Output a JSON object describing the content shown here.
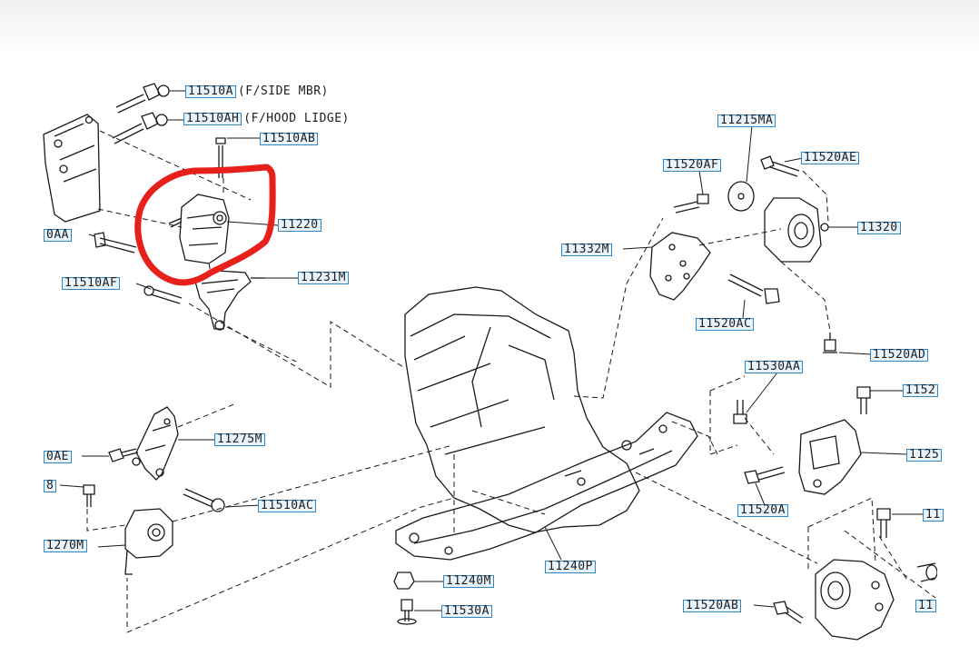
{
  "labels": {
    "l1": {
      "code": "11510A",
      "suffix": "(F/SIDE MBR)"
    },
    "l2": {
      "code": "11510AH",
      "suffix": "(F/HOOD LIDGE)"
    },
    "l3": {
      "code": "11510AB"
    },
    "l4": {
      "code": "11220"
    },
    "l5": {
      "code": "0AA"
    },
    "l6": {
      "code": "11510AF"
    },
    "l7": {
      "code": "11231M"
    },
    "l8": {
      "code": "11275M"
    },
    "l9": {
      "code": "0AE"
    },
    "l10": {
      "code": "8"
    },
    "l11": {
      "code": "11510AC"
    },
    "l12": {
      "code": "1270M"
    },
    "l13": {
      "code": "11215MA"
    },
    "l14": {
      "code": "11520AF"
    },
    "l15": {
      "code": "11520AE"
    },
    "l16": {
      "code": "11320"
    },
    "l17": {
      "code": "11332M"
    },
    "l18": {
      "code": "11520AC"
    },
    "l19": {
      "code": "11520AD"
    },
    "l20": {
      "code": "11530AA"
    },
    "l21": {
      "code": "1152"
    },
    "l22": {
      "code": "1125"
    },
    "l23": {
      "code": "11520A"
    },
    "l24": {
      "code": "11"
    },
    "l25": {
      "code": "11240M"
    },
    "l26": {
      "code": "11240P"
    },
    "l27": {
      "code": "11530A"
    },
    "l28": {
      "code": "11520AB"
    },
    "l29": {
      "code": "11"
    }
  },
  "colors": {
    "label_border": "#2f86c9",
    "highlight_circle": "#e8201c",
    "line": "#1a1a1a"
  }
}
